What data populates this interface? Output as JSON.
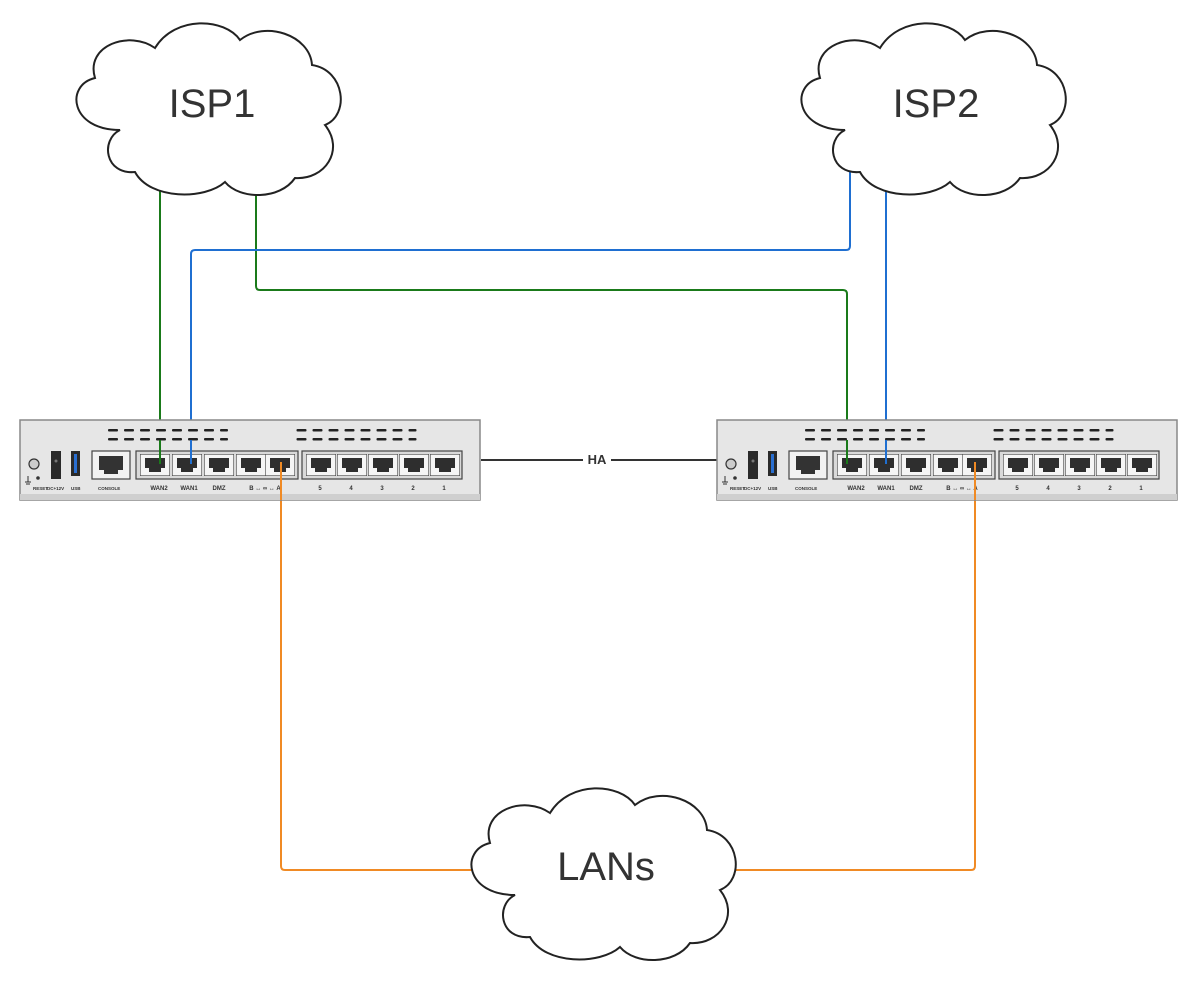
{
  "clouds": {
    "isp1": "ISP1",
    "isp2": "ISP2",
    "lans": "LANs"
  },
  "link": {
    "ha_label": "HA"
  },
  "device": {
    "ports": {
      "dc": "DC+12V",
      "usb": "USB",
      "console": "CONSOLE",
      "wan2": "WAN2",
      "wan1": "WAN1",
      "dmz": "DMZ",
      "b": "B ↔ ∞ ↔ A",
      "p5": "5",
      "p4": "4",
      "p3": "3",
      "p2": "2",
      "p1": "1",
      "reset": "RESET"
    }
  },
  "colors": {
    "isp1_link": "#1a7a1a",
    "isp2_link": "#1f6fd1",
    "lan_link": "#f08a24",
    "ha_link": "#333333"
  }
}
